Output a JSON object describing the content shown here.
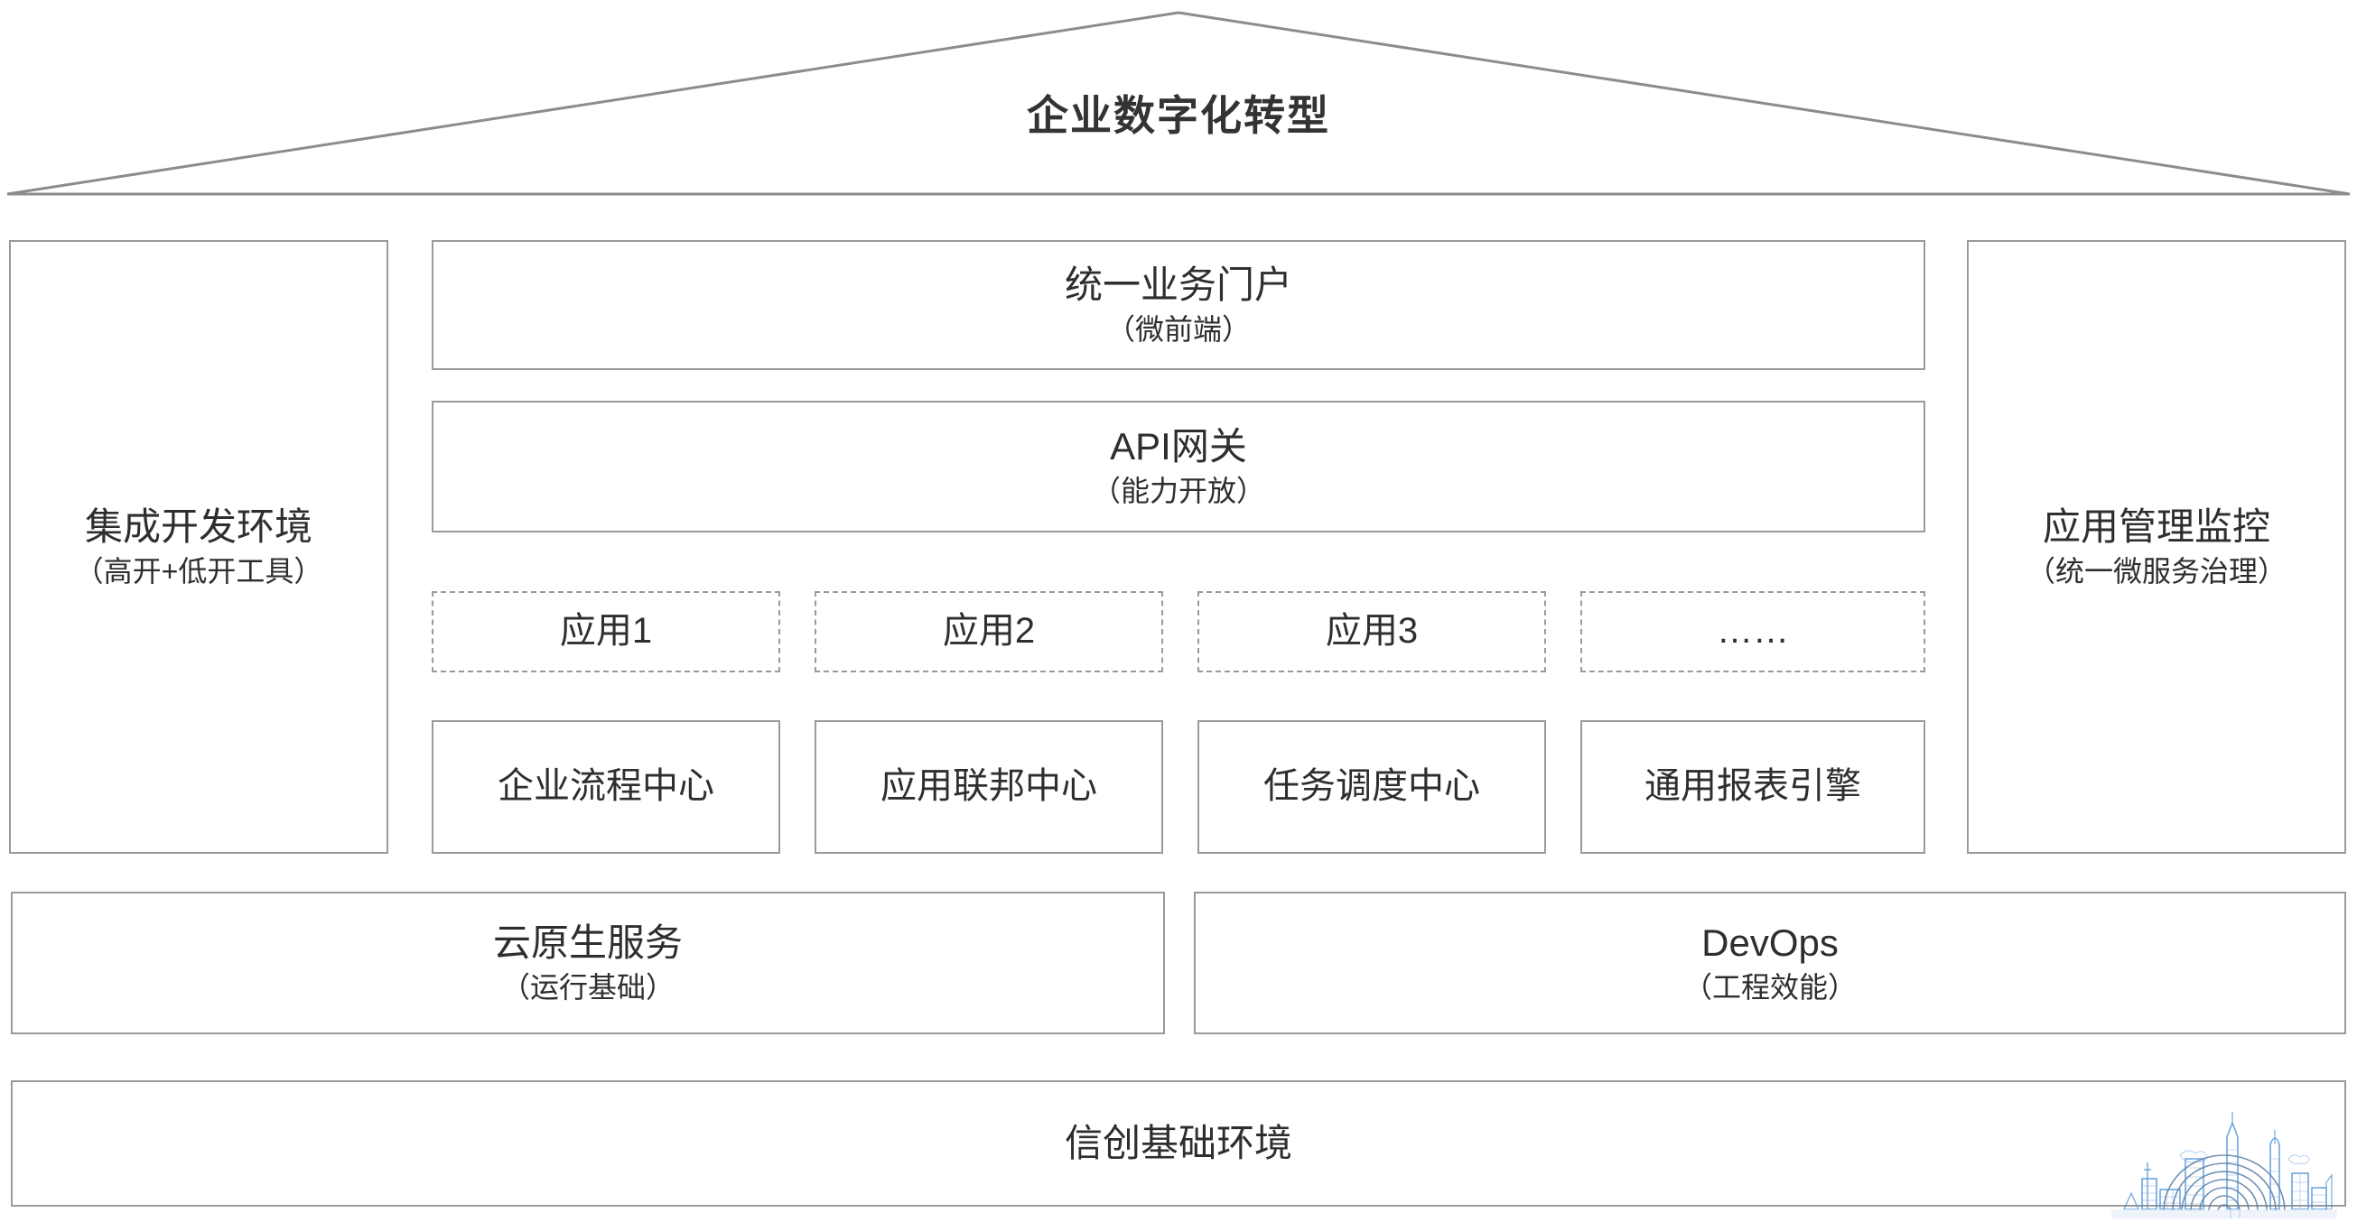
{
  "roof": {
    "title": "企业数字化转型"
  },
  "pillars": {
    "left": {
      "title": "集成开发环境",
      "subtitle": "（高开+低开工具）"
    },
    "right": {
      "title": "应用管理监控",
      "subtitle": "（统一微服务治理）"
    }
  },
  "center": {
    "portal": {
      "title": "统一业务门户",
      "subtitle": "（微前端）"
    },
    "gateway": {
      "title": "API网关",
      "subtitle": "（能力开放）"
    },
    "apps": [
      {
        "label": "应用1"
      },
      {
        "label": "应用2"
      },
      {
        "label": "应用3"
      },
      {
        "label": "……"
      }
    ],
    "capabilities": [
      {
        "label": "企业流程中心"
      },
      {
        "label": "应用联邦中心"
      },
      {
        "label": "任务调度中心"
      },
      {
        "label": "通用报表引擎"
      }
    ]
  },
  "foundation": {
    "cloud": {
      "title": "云原生服务",
      "subtitle": "（运行基础）"
    },
    "devops": {
      "title": "DevOps",
      "subtitle": "（工程效能）"
    },
    "base": {
      "title": "信创基础环境"
    }
  },
  "colors": {
    "border": "#9a9a9a",
    "text": "#2e2e2e",
    "watermark_blue": "#4a90d9",
    "background": "#ffffff"
  },
  "watermark": {
    "name": "city-skyline-fingerprint-watermark"
  }
}
